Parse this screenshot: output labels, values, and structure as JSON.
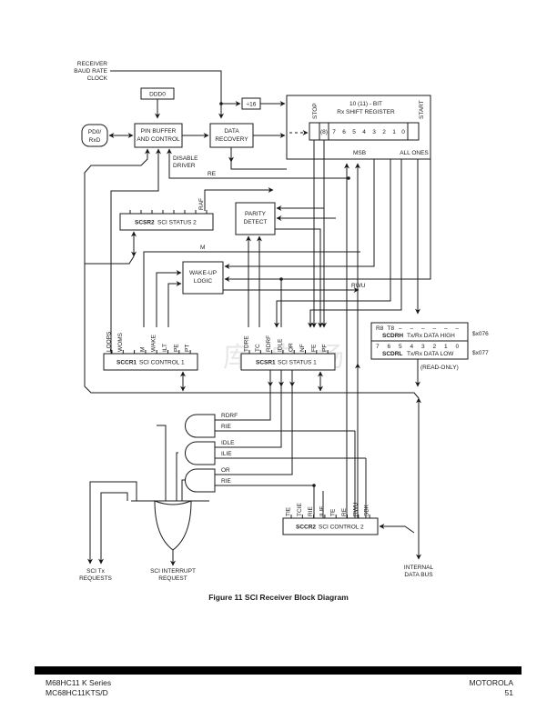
{
  "figure": {
    "caption": "Figure 11 SCI Receiver Block Diagram",
    "watermark": "库 电 场"
  },
  "inputs": {
    "clock": [
      "RECEIVER",
      "BAUD RATE",
      "CLOCK"
    ],
    "pin": [
      "PD0/",
      "RxD"
    ],
    "sci_tx": [
      "SCI Tx",
      "REQUESTS"
    ]
  },
  "blocks": {
    "ddd0": "DDD0",
    "pin_buffer": [
      "PIN BUFFER",
      "AND CONTROL"
    ],
    "data_recovery": [
      "DATA",
      "RECOVERY"
    ],
    "divider": "÷16",
    "shift_register": {
      "title": [
        "10 (11) - BIT",
        "Rx SHIFT REGISTER"
      ],
      "stop": "STOP",
      "start": "START",
      "bits": [
        "(8)",
        "7",
        "6",
        "5",
        "4",
        "3",
        "2",
        "1",
        "0"
      ],
      "msb": "MSB",
      "all_ones": "ALL ONES"
    },
    "parity_detect": [
      "PARITY",
      "DETECT"
    ],
    "wakeup_logic": [
      "WAKE-UP",
      "LOGIC"
    ],
    "scsr2": {
      "name": "SCSR2",
      "desc": "SCI STATUS 2",
      "bits": [
        "RAF"
      ]
    },
    "sccr1": {
      "name": "SCCR1",
      "desc": "SCI CONTROL 1",
      "bits": [
        "LOOPS",
        "WOMS",
        "",
        "M",
        "WAKE",
        "ILT",
        "PE",
        "PT"
      ]
    },
    "scsr1": {
      "name": "SCSR1",
      "desc": "SCI STATUS 1",
      "bits": [
        "TDRE",
        "TC",
        "RDRF",
        "IDLE",
        "OR",
        "NF",
        "FE",
        "PF"
      ]
    },
    "sccr2": {
      "name": "SCCR2",
      "desc": "SCI CONTROL 2",
      "bits": [
        "TIE",
        "TCIE",
        "RIE",
        "ILIE",
        "TE",
        "RE",
        "RWU",
        "SBK"
      ]
    },
    "scdrh": {
      "name": "SCDRH",
      "desc": "Tx/Rx DATA HIGH",
      "bits": [
        "R8",
        "T8",
        "–",
        "–",
        "–",
        "–",
        "–",
        "–"
      ],
      "address": "$x076"
    },
    "scdrl": {
      "name": "SCDRL",
      "desc": "Tx/Rx DATA LOW",
      "bits": [
        "7",
        "6",
        "5",
        "4",
        "3",
        "2",
        "1",
        "0"
      ],
      "address": "$x077",
      "note": "(READ-ONLY)"
    }
  },
  "signals": {
    "disable_driver": [
      "DISABLE",
      "DRIVER"
    ],
    "re": "RE",
    "m": "M",
    "rwu": "RWU",
    "gate1": [
      "RDRF",
      "RIE"
    ],
    "gate2": [
      "IDLE",
      "ILIE"
    ],
    "gate3": [
      "OR",
      "RIE"
    ]
  },
  "outputs": {
    "interrupt": [
      "SCI INTERRUPT",
      "REQUEST"
    ],
    "bus": [
      "INTERNAL",
      "DATA BUS"
    ]
  },
  "footer": {
    "left": [
      "M68HC11 K Series",
      "MC68HC11KTS/D"
    ],
    "right": [
      "MOTOROLA",
      "51"
    ]
  }
}
